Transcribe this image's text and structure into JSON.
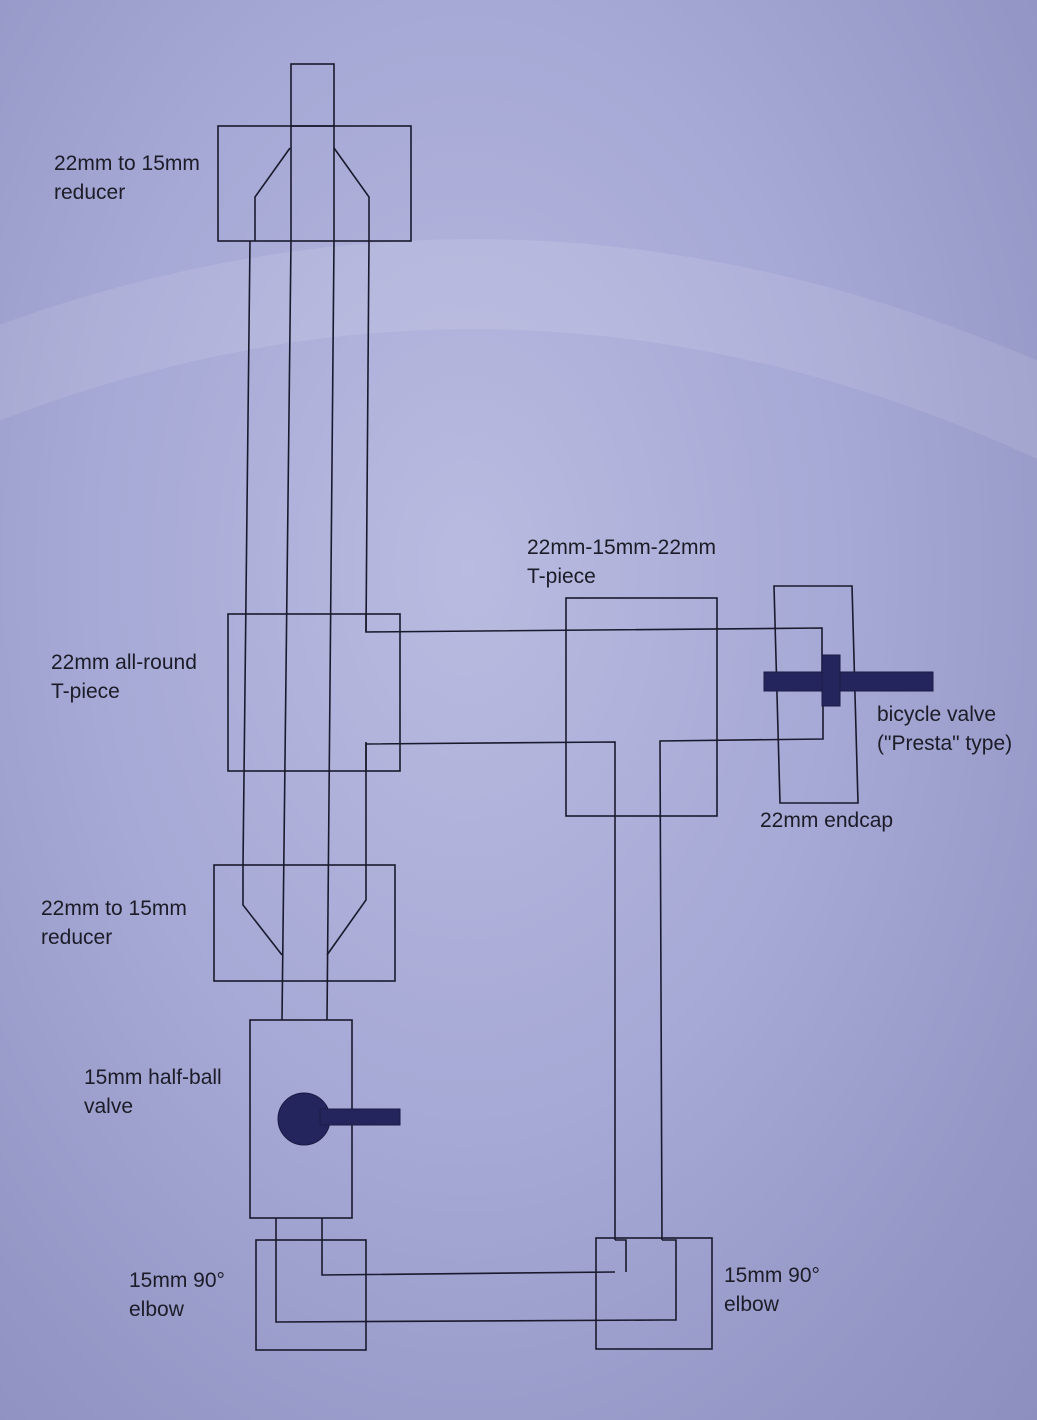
{
  "labels": {
    "top_reducer": [
      "22mm to 15mm",
      "reducer"
    ],
    "all_round_tee": [
      "22mm all-round",
      "T-piece"
    ],
    "lower_reducer": [
      "22mm to 15mm",
      "reducer"
    ],
    "half_ball_valve": [
      "15mm half-ball",
      "valve"
    ],
    "left_elbow": [
      "15mm 90°",
      "elbow"
    ],
    "right_elbow": [
      "15mm 90°",
      "elbow"
    ],
    "reducing_tee": [
      "22mm-15mm-22mm",
      "T-piece"
    ],
    "bicycle_valve": [
      "bicycle valve",
      "(\"Presta\" type)"
    ],
    "endcap": [
      "22mm endcap"
    ]
  },
  "colors": {
    "line": "#1a1a2e",
    "valve": "#25255e"
  }
}
